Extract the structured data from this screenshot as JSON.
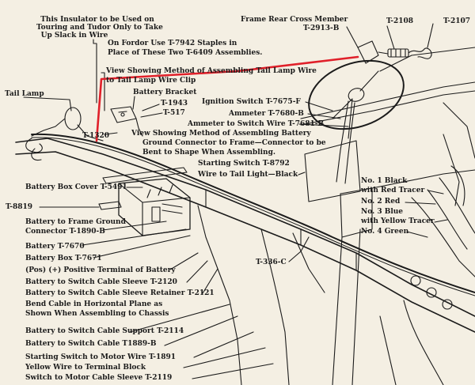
{
  "colors": {
    "paper": "#f4efe3",
    "ink": "#1b1b1b",
    "highlight": "#e0202a"
  },
  "labels": {
    "insulator_1": "This Insulator to be Used on",
    "insulator_2": "Touring and Tudor Only to Take",
    "insulator_3": "Up Slack in Wire",
    "fordor_1": "On Fordor Use T-7942 Staples in",
    "fordor_2": "Place of These Two T-6409 Assemblies.",
    "frame_rear_cross_member": "Frame Rear Cross Member",
    "t2913b": "T-2913-B",
    "t2108": "T-2108",
    "t2107": "T-2107",
    "view_clip_1": "View Showing Method of Assembling Tail Lamp Wire",
    "view_clip_2": "to Tail Lamp Wire Clip",
    "tail_lamp": "Tail Lamp",
    "battery_bracket": "Battery Bracket",
    "t1943": "T-1943",
    "t517": "T-517",
    "ignition_switch": "Ignition Switch T-7675-F",
    "ammeter": "Ammeter T-7680-B",
    "ammeter_wire": "Ammeter to Switch Wire T-7681-B",
    "t1320": "T-1320",
    "view_ground_1": "View Showing Method of Assembling Battery",
    "view_ground_2": "Ground Connector to Frame—Connector to be",
    "view_ground_3": "Bent to Shape When Assembling.",
    "starting_switch": "Starting Switch T-8792",
    "wire_tail_light": "Wire to Tail Light—Black",
    "wire1_1": "No. 1 Black",
    "wire1_2": "with Red Tracer",
    "wire2": "No. 2 Red",
    "wire3_1": "No. 3 Blue",
    "wire3_2": "with Yellow Tracer",
    "wire4": "No. 4 Green",
    "battery_box_cover": "Battery Box Cover T-5491",
    "t8819": "T-8819",
    "frame_ground_1": "Battery to Frame Ground",
    "frame_ground_2": "Connector T-1890-B",
    "t7670": "Battery T-7670",
    "battery_box": "Battery Box T-7671",
    "positive_terminal": "(Pos) (+) Positive Terminal of Battery",
    "t336c": "T-336-C",
    "cable_sleeve": "Battery to Switch Cable Sleeve T-2120",
    "sleeve_retainer": "Battery to Switch Cable Sleeve Retainer T-2121",
    "bend_cable_1": "Bend Cable in Horizontal Plane as",
    "bend_cable_2": "Shown When Assembling to Chassis",
    "cable_support": "Battery to Switch Cable Support T-2114",
    "t1889b": "Battery to Switch Cable T1889-B",
    "motor_wire": "Starting Switch to Motor Wire T-1891",
    "yellow_wire": "Yellow Wire to Terminal Block",
    "motor_sleeve": "Switch to Motor Cable Sleeve T-2119"
  }
}
